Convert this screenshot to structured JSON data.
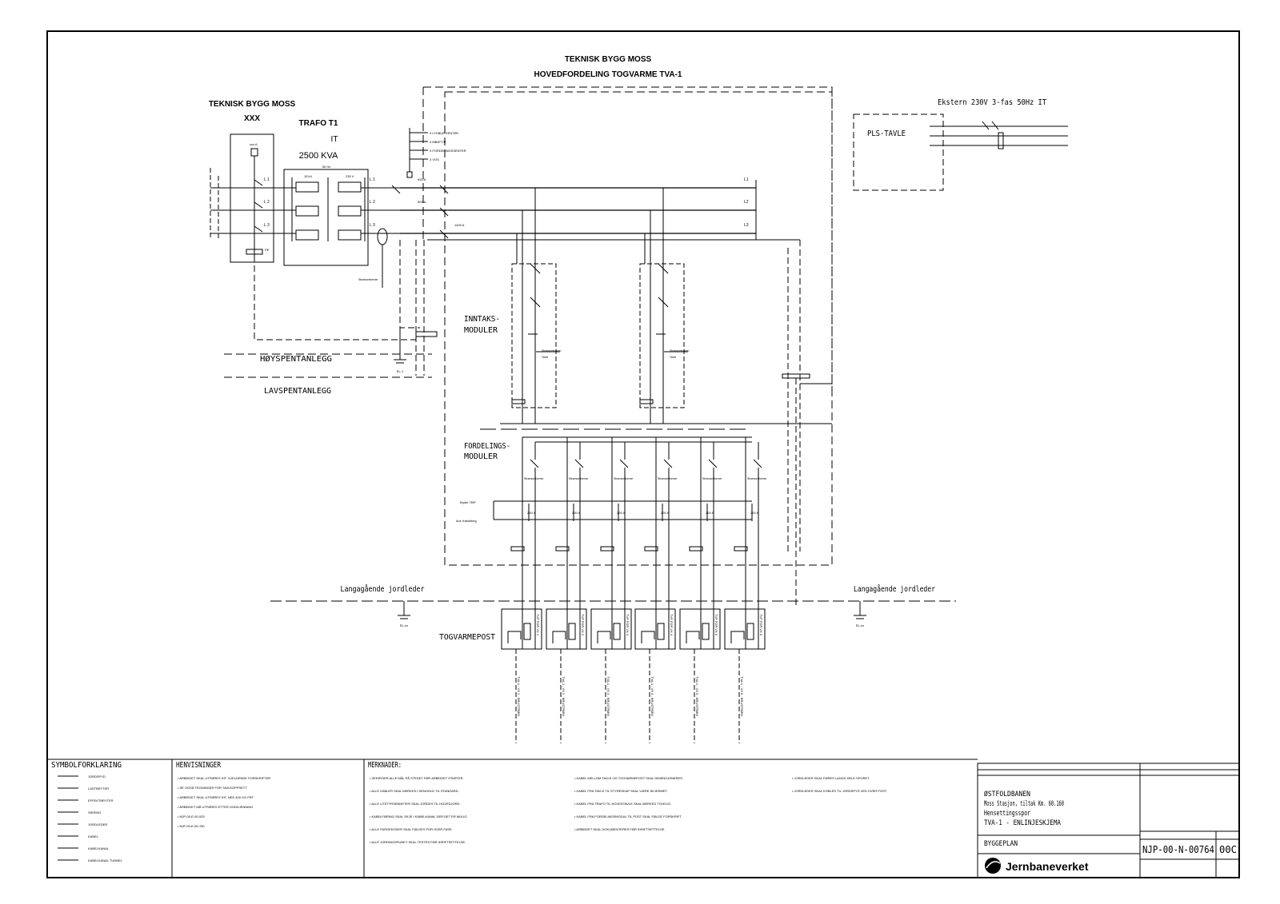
{
  "title": {
    "line1": "TEKNISK BYGG MOSS",
    "line2": "HOVEDFORDELING TOGVARME TVA-1"
  },
  "left_block": {
    "building": "TEKNISK BYGG MOSS",
    "code": "XXX",
    "trafo_name": "TRAFO T1",
    "trafo_system": "IT",
    "trafo_rating": "2500 KVA",
    "trafo_freq": "50 Hz",
    "primary_label": "15 kV",
    "secondary_label": "230 V",
    "breaker_label": "xxx A",
    "pe_label": "PE"
  },
  "phases": [
    "L 1",
    "L 2",
    "L 3"
  ],
  "bus_phases": [
    "L1",
    "L2",
    "L3"
  ],
  "bus_breakers": [
    "630 A",
    "500 A",
    "1400 A"
  ],
  "signals": [
    "4 LYSBUE SENTER",
    "4 MBATT/P",
    "4 FORDELINGSSENTER",
    "4 VOS"
  ],
  "labels": {
    "hv": "HØYSPENTANLEGG",
    "lv": "LAVSPENTANLEGG",
    "intake": [
      "INNTAKS-",
      "MODULER"
    ],
    "distribution": [
      "FORDELINGS-",
      "MODULER"
    ],
    "ground_left": "Langagående jordleder",
    "ground_right": "Langagående jordleder",
    "post": "TOGVARMEPOST",
    "pls": "PLS-TAVLE",
    "external": "Ekstern 230V 3-fas 50Hz IT",
    "current_sensor": "Strømomformer",
    "ground_marker": "EL-1",
    "ground_marker_left": "EL-xx",
    "ground_marker_right": "EL-xx",
    "bryter_tbp": "Bryter TBP",
    "auto_frakobling": "Aut. frakobling"
  },
  "intake_modules": [
    {
      "sub": "Tavle"
    },
    {
      "sub": "Tavle"
    }
  ],
  "feeder_rating": "200 A",
  "feeders": [
    {
      "post": "TVP FOR VX 1",
      "cable": "TVA-1 - VX 1 - BRUSTRØM"
    },
    {
      "post": "TVP FOR VX 2",
      "cable": "TVA-1 - VX 2 - BRUSTRØM"
    },
    {
      "post": "TVP FOR VX 3",
      "cable": "TVA-1 - VX 3 - BRUSTRØM"
    },
    {
      "post": "TVP FOR VX 4",
      "cable": "TVA-1 - VX 4 - BRUSTRØM"
    },
    {
      "post": "TVP FOR VX 5",
      "cable": "TVA-1 - VX 5 - BRUSTRØM"
    },
    {
      "post": "TVP FOR VX 6",
      "cable": "TVA-1 - VX 6 - BRUSTRØM"
    }
  ],
  "legend": {
    "title": "SYMBOLFORKLARING",
    "items": [
      "JORDSPYD",
      "LASTBRYTER",
      "EFFEKTBRYTER",
      "SIKRING",
      "JORDLEDER",
      "KABEL",
      "KABELKANAL",
      "KABELKANAL TUNNEL"
    ]
  },
  "references": {
    "title": "HENVISNINGER",
    "items": [
      "ARBEIDET SKAL UTFØRES IHT. GJELDENDE FORSKRIFTER",
      "SE OGSÅ TEGNINGER FOR TAVLEOPPSETT",
      "ARBEIDET SKAL UTFØRES IHT. NEK 400 OG FEF",
      "ARBEIDET MÅ UTFØRES ETTER GODKJENNING",
      "NJP-00-E-00-003",
      "NJP-00-E-00-760"
    ]
  },
  "notes": {
    "title": "MERKNADER:",
    "col1": [
      "VERIFISER ALLE MÅL PÅ STEDET FØR ARBEIDET STARTER.",
      "ALLE KABLER SKAL MERKES I HENHOLD TIL STANDARD.",
      "ALLE UTSTYRSENHETER SKAL JORDES TIL HOVEDJORD.",
      "KABELFØRING SKAL SKJE I KABELKANAL DER DET ER MULIG.",
      "ALLE FARGEKODER SKAL FØLGES FOR HVER FASE.",
      "ALLE JORDINGSPUNKT SKAL TESTES FØR IDRIFTSETTELSE."
    ],
    "col2": [
      "KABEL MELLOM TAVLE OG TOGVARMEPOST SKAL DIMENSJONERES.",
      "KABEL FRA TAVLE TIL STYRESKAP SKAL VÆRE SKJERMET.",
      "KABEL FRA TRAFO TIL HOVEDTAVLE SKAL MERKES TYDELIG.",
      "KABEL FRA FORDELINGSMODUL TIL POST SKAL FØLGE FORSKRIFT.",
      "ARBEIDET SKAL DOKUMENTERES FØR IDRIFTSETTELSE."
    ],
    "col3": [
      "JORDLEDER SKAL FØRES LANGS HELE SPORET.",
      "JORDLEDER SKAL KOBLES TIL JORDSPYD VED HVER POST."
    ]
  },
  "titleblock": {
    "project_lines": [
      "ØSTFOLDBANEN",
      "Moss Stasjon, tiltak Km. 60.160",
      "Hensettingsspor",
      "TVA-1 - ENLINJESKJEMA"
    ],
    "doc_type": "BYGGEPLAN",
    "drawing_number": "NJP-00-N-00764",
    "revision": "00C",
    "company": "Jernbaneverket"
  }
}
